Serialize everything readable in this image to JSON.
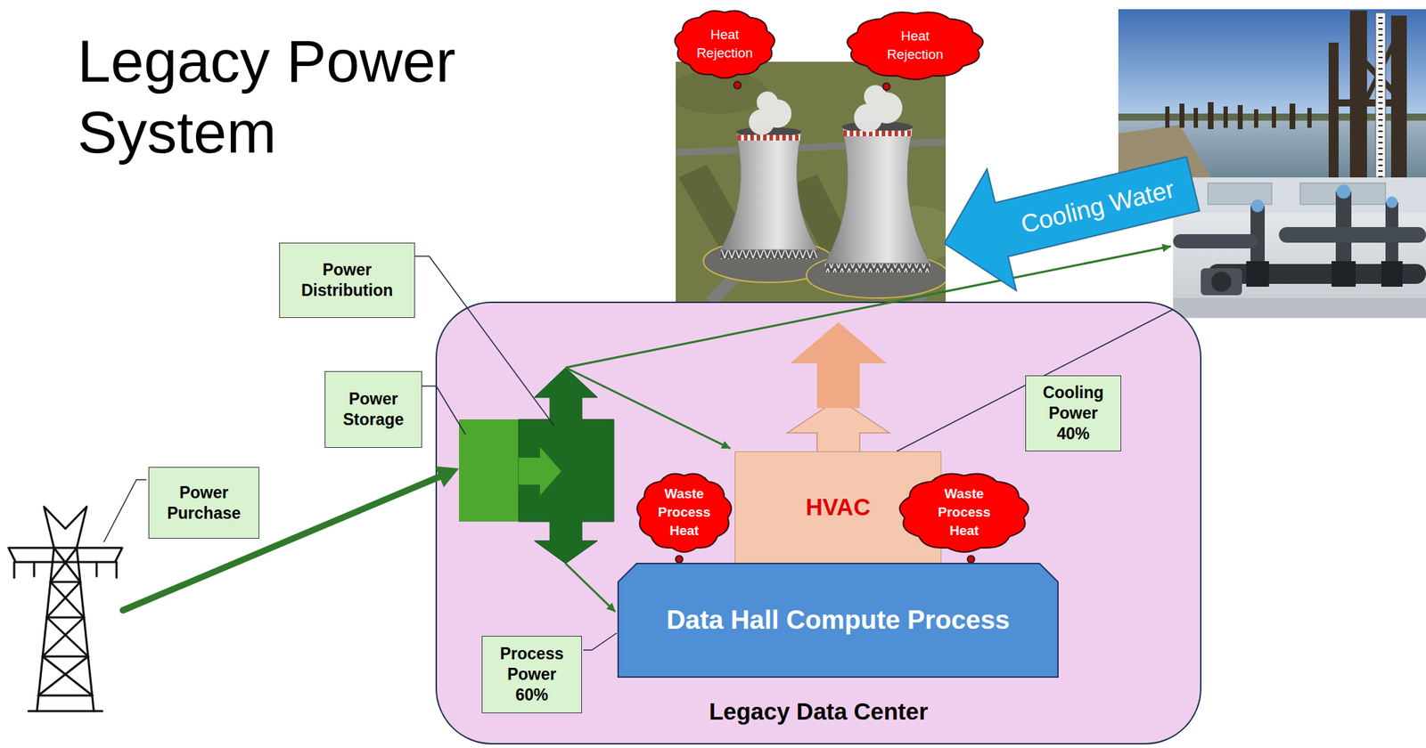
{
  "diagram": {
    "title": "Legacy Power System",
    "nodes": [
      {
        "text": [
          "Heat Rejection"
        ]
      },
      {
        "text": [
          "Heat Rejection"
        ]
      },
      {
        "text": [
          "Cooling Water"
        ]
      },
      {
        "text": [
          "Power Distribution"
        ]
      },
      {
        "text": [
          "Power Storage"
        ]
      },
      {
        "text": [
          "Power Purchase"
        ]
      },
      {
        "text": [
          "Legacy Data Center"
        ]
      },
      {
        "text": [
          "Cooling Power 40%"
        ],
        "in": 6
      },
      {
        "text": [
          "HVAC"
        ],
        "in": 6
      },
      {
        "text": [
          "Waste Process Heat"
        ],
        "in": 6
      },
      {
        "text": [
          "Waste Process Heat"
        ],
        "in": 6
      },
      {
        "text": [
          "Data Hall Compute Process"
        ],
        "in": 6
      },
      {
        "text": [
          "Process Power 60%"
        ],
        "in": 6
      }
    ],
    "edges": [
      {
        "from": 12,
        "to": 11,
        "arrow": "none"
      }
    ]
  }
}
